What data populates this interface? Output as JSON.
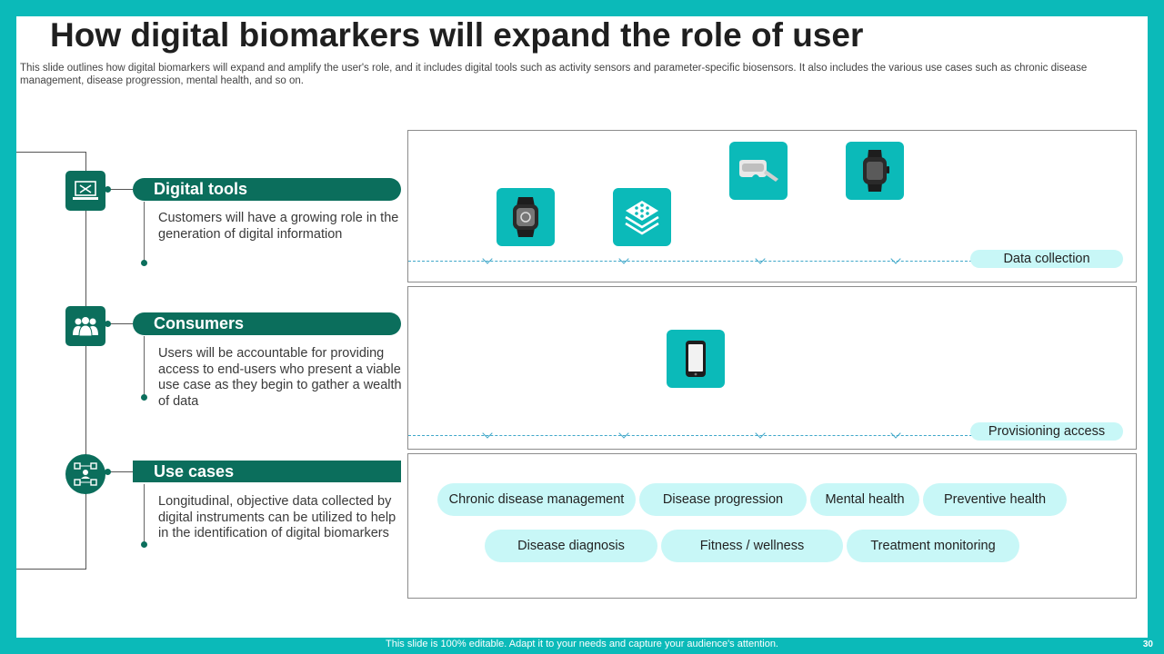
{
  "title": "How digital biomarkers will expand the role of user",
  "subtitle": "This slide outlines how digital biomarkers will expand and amplify the user's role, and it includes digital tools such as activity sensors and parameter-specific biosensors. It also includes the various use cases such as chronic disease management, disease progression, mental health, and so on.",
  "sections": [
    {
      "label": "Digital tools",
      "icon": "laptop-icon",
      "desc": "Customers will have a growing role in the generation of digital information"
    },
    {
      "label": "Consumers",
      "icon": "users-icon",
      "desc": "Users will be accountable for providing access to end-users who present a viable use case as they begin to gather a wealth of data"
    },
    {
      "label": "Use cases",
      "icon": "network-icon",
      "desc": "Longitudinal, objective data collected by digital instruments can be utilized to help in the identification of digital biomarkers"
    }
  ],
  "panels": {
    "data_collection": {
      "tag": "Data collection",
      "devices": [
        "smartwatch-icon",
        "sensor-patch-icon",
        "vr-headset-icon",
        "fitness-band-icon"
      ]
    },
    "provisioning": {
      "tag": "Provisioning access",
      "devices": [
        "smartphone-icon"
      ]
    },
    "use_cases": {
      "row1": [
        "Chronic disease management",
        "Disease progression",
        "Mental health",
        "Preventive health"
      ],
      "row2": [
        "Disease diagnosis",
        "Fitness / wellness",
        "Treatment monitoring"
      ]
    }
  },
  "footer": "This slide is 100% editable. Adapt it to your needs and capture your audience's attention.",
  "page_number": "30",
  "colors": {
    "frame": "#0BBAB9",
    "dark_teal": "#0B6E5C",
    "light_tag": "#C8F7F7"
  }
}
